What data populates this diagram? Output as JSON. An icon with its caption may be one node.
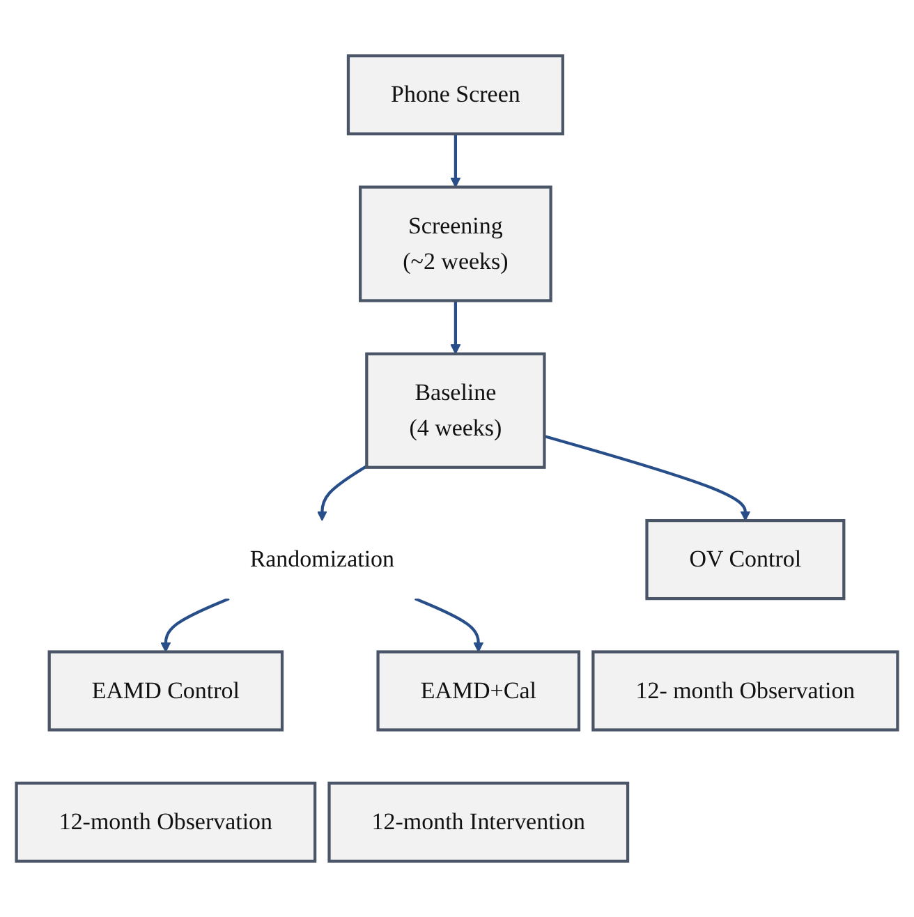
{
  "diagram": {
    "nodes": [
      {
        "text": [
          "Phone Screen"
        ]
      },
      {
        "text": [
          "Screening",
          "(~2 weeks)"
        ]
      },
      {
        "text": [
          "Baseline",
          "(4 weeks)"
        ]
      },
      {
        "text": [
          "Randomization"
        ]
      },
      {
        "text": [
          "OV Control"
        ]
      },
      {
        "text": [
          "EAMD Control"
        ]
      },
      {
        "text": [
          "EAMD+Cal"
        ]
      },
      {
        "text": [
          "12- month Observation"
        ]
      },
      {
        "text": [
          "12-month Observation"
        ]
      },
      {
        "text": [
          "12-month Intervention"
        ]
      }
    ],
    "edges": [
      {
        "from": 0,
        "to": 1,
        "arrow": "to"
      },
      {
        "from": 1,
        "to": 2,
        "arrow": "to"
      },
      {
        "from": 2,
        "to": 3,
        "arrow": "to"
      },
      {
        "from": 2,
        "to": 4,
        "arrow": "to"
      },
      {
        "from": 3,
        "to": 5,
        "arrow": "to"
      },
      {
        "from": 3,
        "to": 6,
        "arrow": "to"
      }
    ]
  }
}
